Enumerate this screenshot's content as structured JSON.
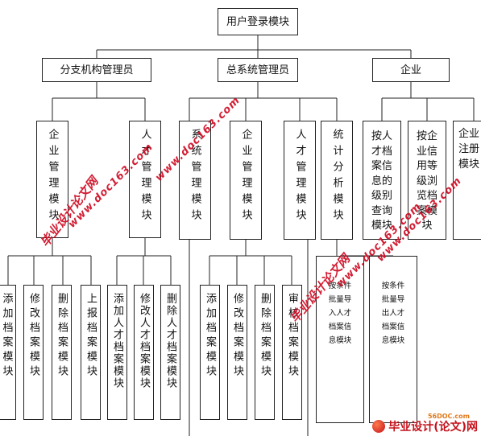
{
  "diagram": {
    "root": "用户登录模块",
    "level1": {
      "branch_admin": "分支机构管理员",
      "system_admin": "总系统管理员",
      "enterprise": "企业"
    },
    "branch_children": {
      "enterprise_mgmt": "企业管理模块",
      "talent_mgmt": "人才管理模块"
    },
    "system_children": {
      "system_mgmt": "系统管理模块",
      "enterprise_mgmt": "企业管理模块",
      "talent_mgmt": "人才管理模块",
      "stats": "统计分析模块"
    },
    "enterprise_children": {
      "talent_query": [
        "按人",
        "才档",
        "案信",
        "息的",
        "级别",
        "查询",
        "模块"
      ],
      "credit_browse": [
        "按企",
        "业信",
        "用等",
        "级浏",
        "览档",
        "案模",
        "块"
      ],
      "register": [
        "企业",
        "注册",
        "模块"
      ]
    },
    "branch_enterprise_leaves": [
      "添加档案模块",
      "修改档案模块",
      "删除档案模块",
      "上报档案模块"
    ],
    "branch_talent_leaves": [
      "添加人才档案模块",
      "修改人才档案模块",
      "删除人才档案模块"
    ],
    "system_enterprise_leaves": [
      "添加档案模块",
      "修改档案模块",
      "删除档案模块",
      "审核档案模块"
    ],
    "stats_leaves": {
      "import": "按条件\n批量导\n入人才\n档案信\n息模块",
      "export": "按条件\n批量导\n出人才\n档案信\n息模块"
    }
  },
  "watermarks": {
    "cn": "毕业设计论文网",
    "url": "www.doc163.com",
    "corner_logo": "毕业设计(论文)网",
    "corner_url": "56DOC.com"
  },
  "colors": {
    "line": "#222222",
    "watermark": "#d0122a"
  }
}
